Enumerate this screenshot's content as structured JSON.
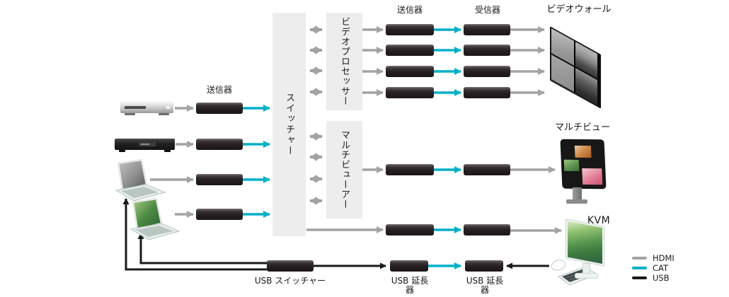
{
  "diagram": {
    "sources": {
      "tx_label": "送信器"
    },
    "matrix": {
      "switcher": "スイッチャー",
      "video_processor": "ビデオプロセッサー",
      "multi_viewer": "マルチビューアー"
    },
    "outputs": {
      "tx_label": "送信器",
      "rx_label": "受信器",
      "video_wall": "ビデオウォール",
      "multi_view": "マルチビュー",
      "kvm": "KVM"
    },
    "usb": {
      "switcher": "USB スイッチャー",
      "extender1": "USB 延長器",
      "extender2": "USB 延長器"
    },
    "legend": {
      "items": [
        {
          "label": "HDMI",
          "color": "#a3a3a3"
        },
        {
          "label": "CAT",
          "color": "#00b0c8"
        },
        {
          "label": "USB",
          "color": "#1a1a1a"
        }
      ]
    },
    "colors": {
      "hdmi": "#a3a3a3",
      "cat": "#00b0c8",
      "usb": "#1a1a1a",
      "panel_bg": "#ededed",
      "device": "#241e20",
      "background": "#ffffff"
    }
  }
}
